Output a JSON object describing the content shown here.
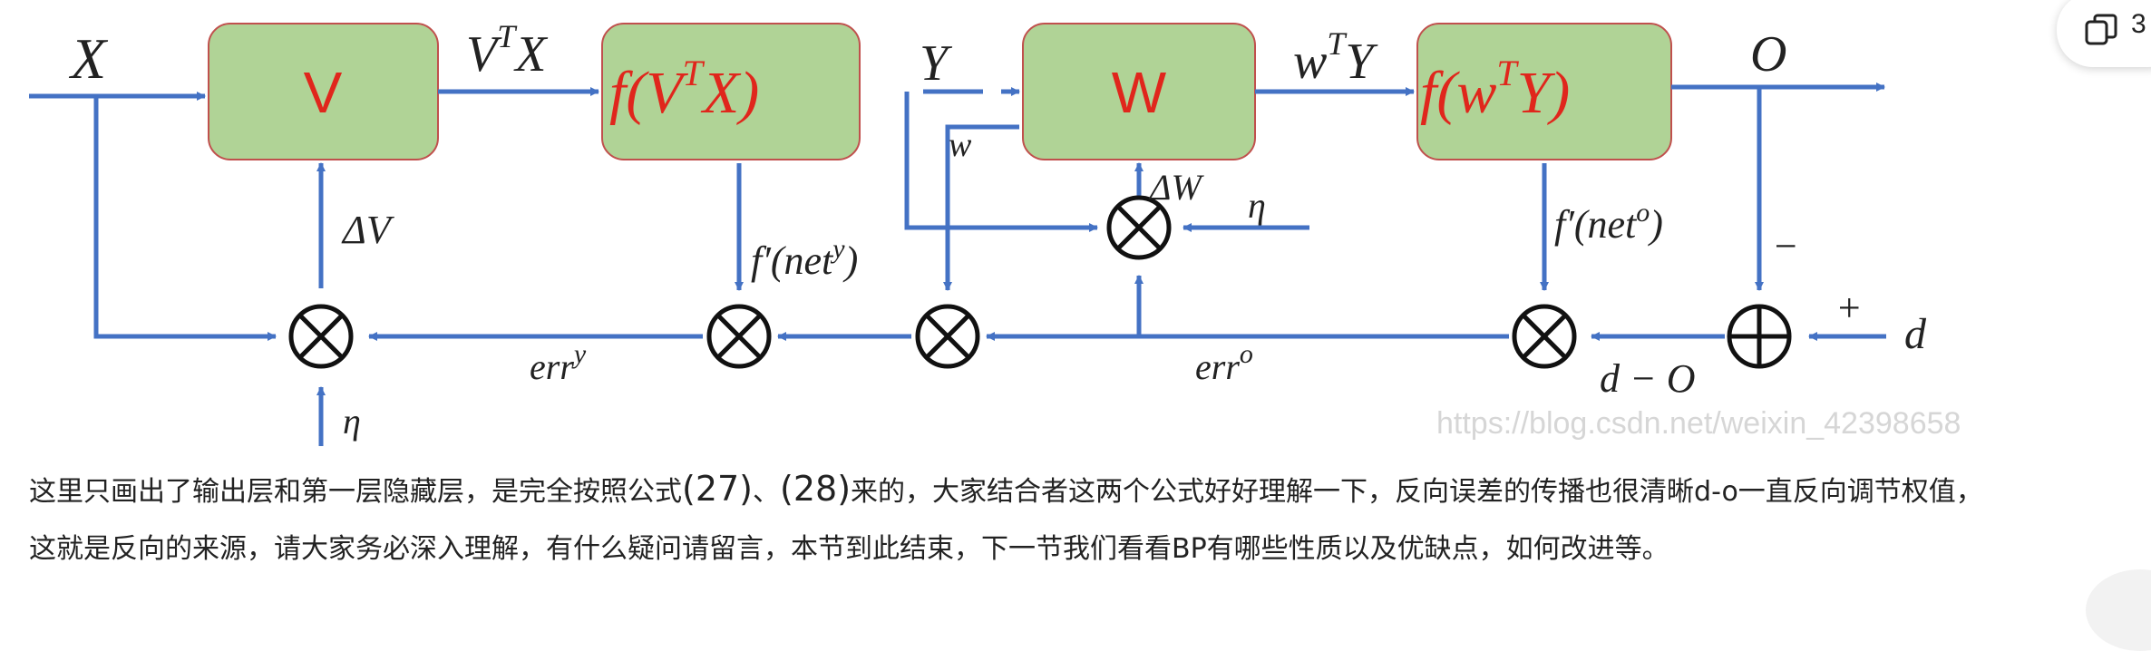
{
  "diagram": {
    "inputs": {
      "x": "X",
      "y": "Y",
      "o": "O",
      "d": "d",
      "eta_left": "η",
      "eta_right": "η",
      "w_small": "w"
    },
    "boxes": {
      "V": "V",
      "fVX": "f(V",
      "fVX_tail": "X)",
      "W": "W",
      "fWY": "f(w",
      "fWY_tail": "Y)"
    },
    "superscripts": {
      "T": "T",
      "y": "y",
      "o": "o"
    },
    "edge_labels": {
      "VTX": "V",
      "VTX_X": "X",
      "wTY": "w",
      "wTY_Y": "Y",
      "deltaV": "ΔV",
      "deltaW": "ΔW",
      "fprime_y": "f′(net",
      "fprime_o": "f′(net",
      "err": "err",
      "d_minus_o": "d − O",
      "minus": "−",
      "plus": "+"
    },
    "watermark": "https://blog.csdn.net/weixin_42398658"
  },
  "caption": {
    "line1_a": "这里只画出了输出层和第一层隐藏层，是完全按照公式",
    "eq27": "(27)",
    "sep": "、",
    "eq28": "(28)",
    "line1_b": "来的，大家结合者这两个公式好好理解一下，反向误差的传播也很清晰d-o一直反向调节权值，",
    "line2": "这就是反向的来源，请大家务必深入理解，有什么疑问请留言，本节到此结束，下一节我们看看BP有哪些性质以及优缺点，如何改进等。"
  },
  "copy_button": {
    "count": "3"
  },
  "colors": {
    "arrow": "#4472c4",
    "box_fill": "#b0d396",
    "box_stroke": "#c0504d",
    "box_text": "#e0261c"
  }
}
